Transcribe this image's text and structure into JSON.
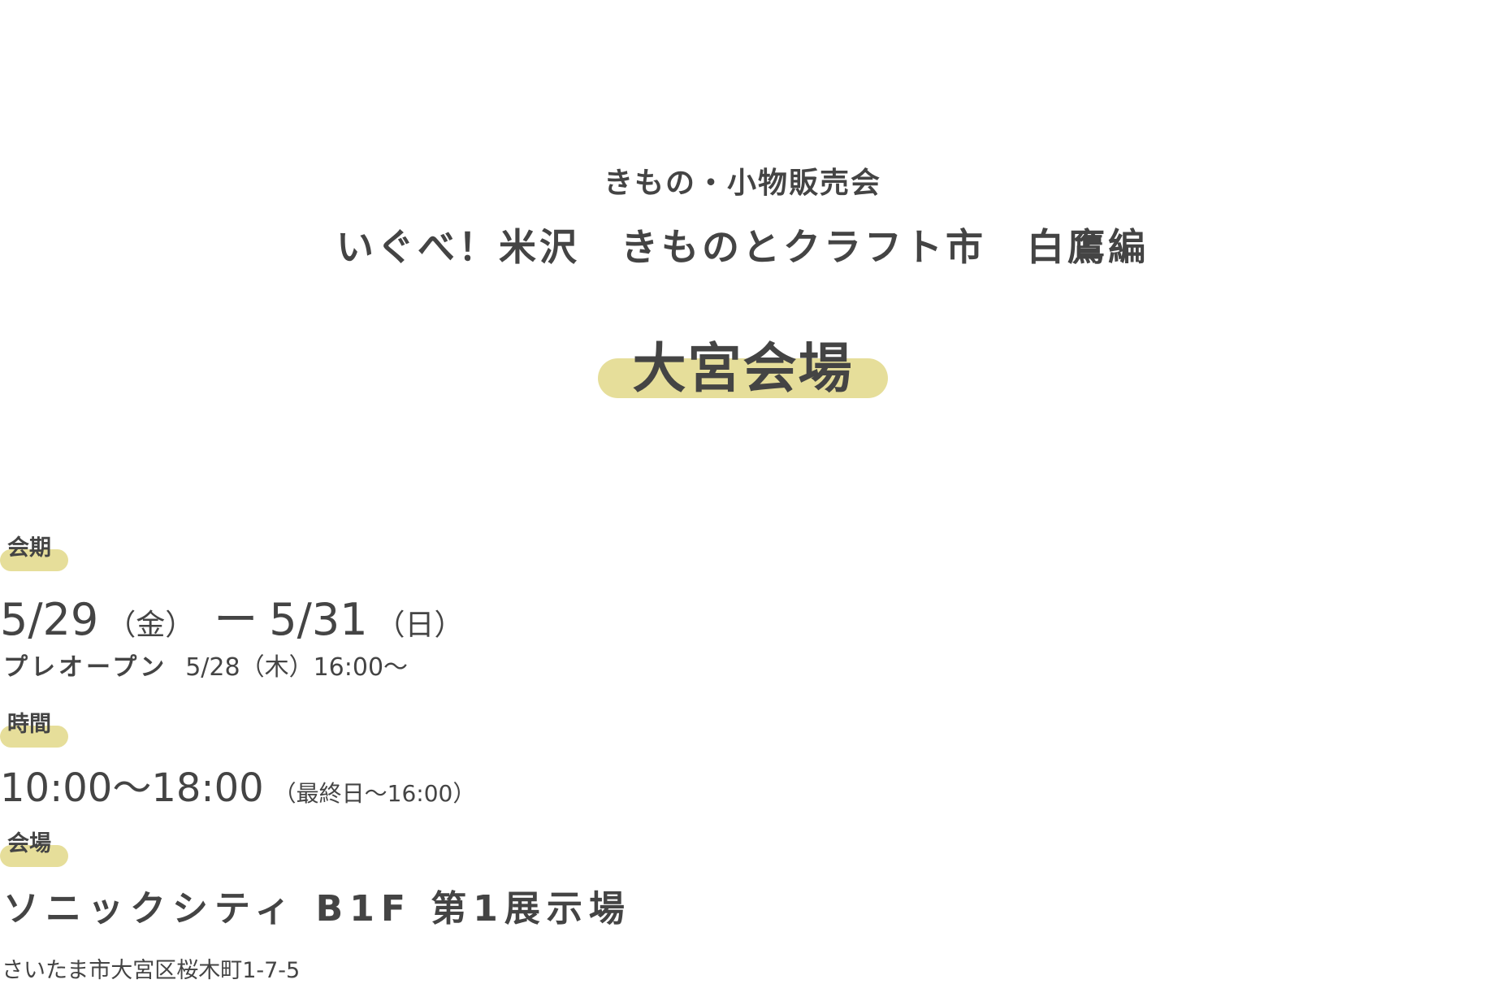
{
  "header": {
    "subtitle": "きもの・小物販売会",
    "title": "いぐべ！米沢　きものとクラフト市　白鷹編",
    "venue_title": "大宮会場"
  },
  "period": {
    "label": "会期",
    "start": "5/29",
    "start_dow": "（金）",
    "separator": "ー",
    "end": "5/31",
    "end_dow": "（日）",
    "preopen_label": "プレオープン",
    "preopen_value": "5/28（木）16:00〜"
  },
  "hours": {
    "label": "時間",
    "value": "10:00〜18:00",
    "note": "（最終日〜16:00）"
  },
  "venue": {
    "label": "会場",
    "name": "ソニックシティ B1F 第1展示場",
    "address": "さいたま市大宮区桜木町1-7-5"
  },
  "colors": {
    "accent": "#e6de9a",
    "text": "#444444"
  }
}
